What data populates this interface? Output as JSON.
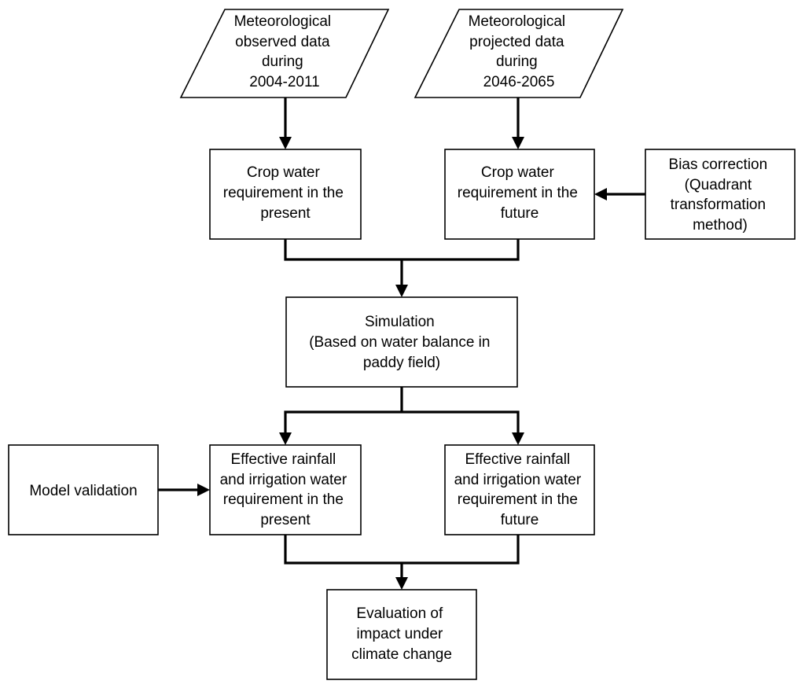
{
  "nodes": {
    "observed_data": {
      "lines": [
        "Meteorological",
        "observed data",
        "during",
        "2004-2011"
      ]
    },
    "projected_data": {
      "lines": [
        "Meteorological",
        "projected data",
        "during",
        "2046-2065"
      ]
    },
    "cwr_present": {
      "lines": [
        "Crop water",
        "requirement in the",
        "present"
      ]
    },
    "cwr_future": {
      "lines": [
        "Crop water",
        "requirement in the",
        "future"
      ]
    },
    "bias_correction": {
      "lines": [
        "Bias correction",
        "(Quadrant",
        "transformation",
        "method)"
      ]
    },
    "simulation": {
      "lines": [
        "Simulation",
        "(Based on water balance in",
        "paddy field)"
      ]
    },
    "model_validation": {
      "lines": [
        "Model validation"
      ]
    },
    "eriwr_present": {
      "lines": [
        "Effective rainfall",
        "and irrigation water",
        "requirement in the",
        "present"
      ]
    },
    "eriwr_future": {
      "lines": [
        "Effective rainfall",
        "and irrigation water",
        "requirement in the",
        "future"
      ]
    },
    "evaluation": {
      "lines": [
        "Evaluation of",
        "impact under",
        "climate change"
      ]
    }
  }
}
